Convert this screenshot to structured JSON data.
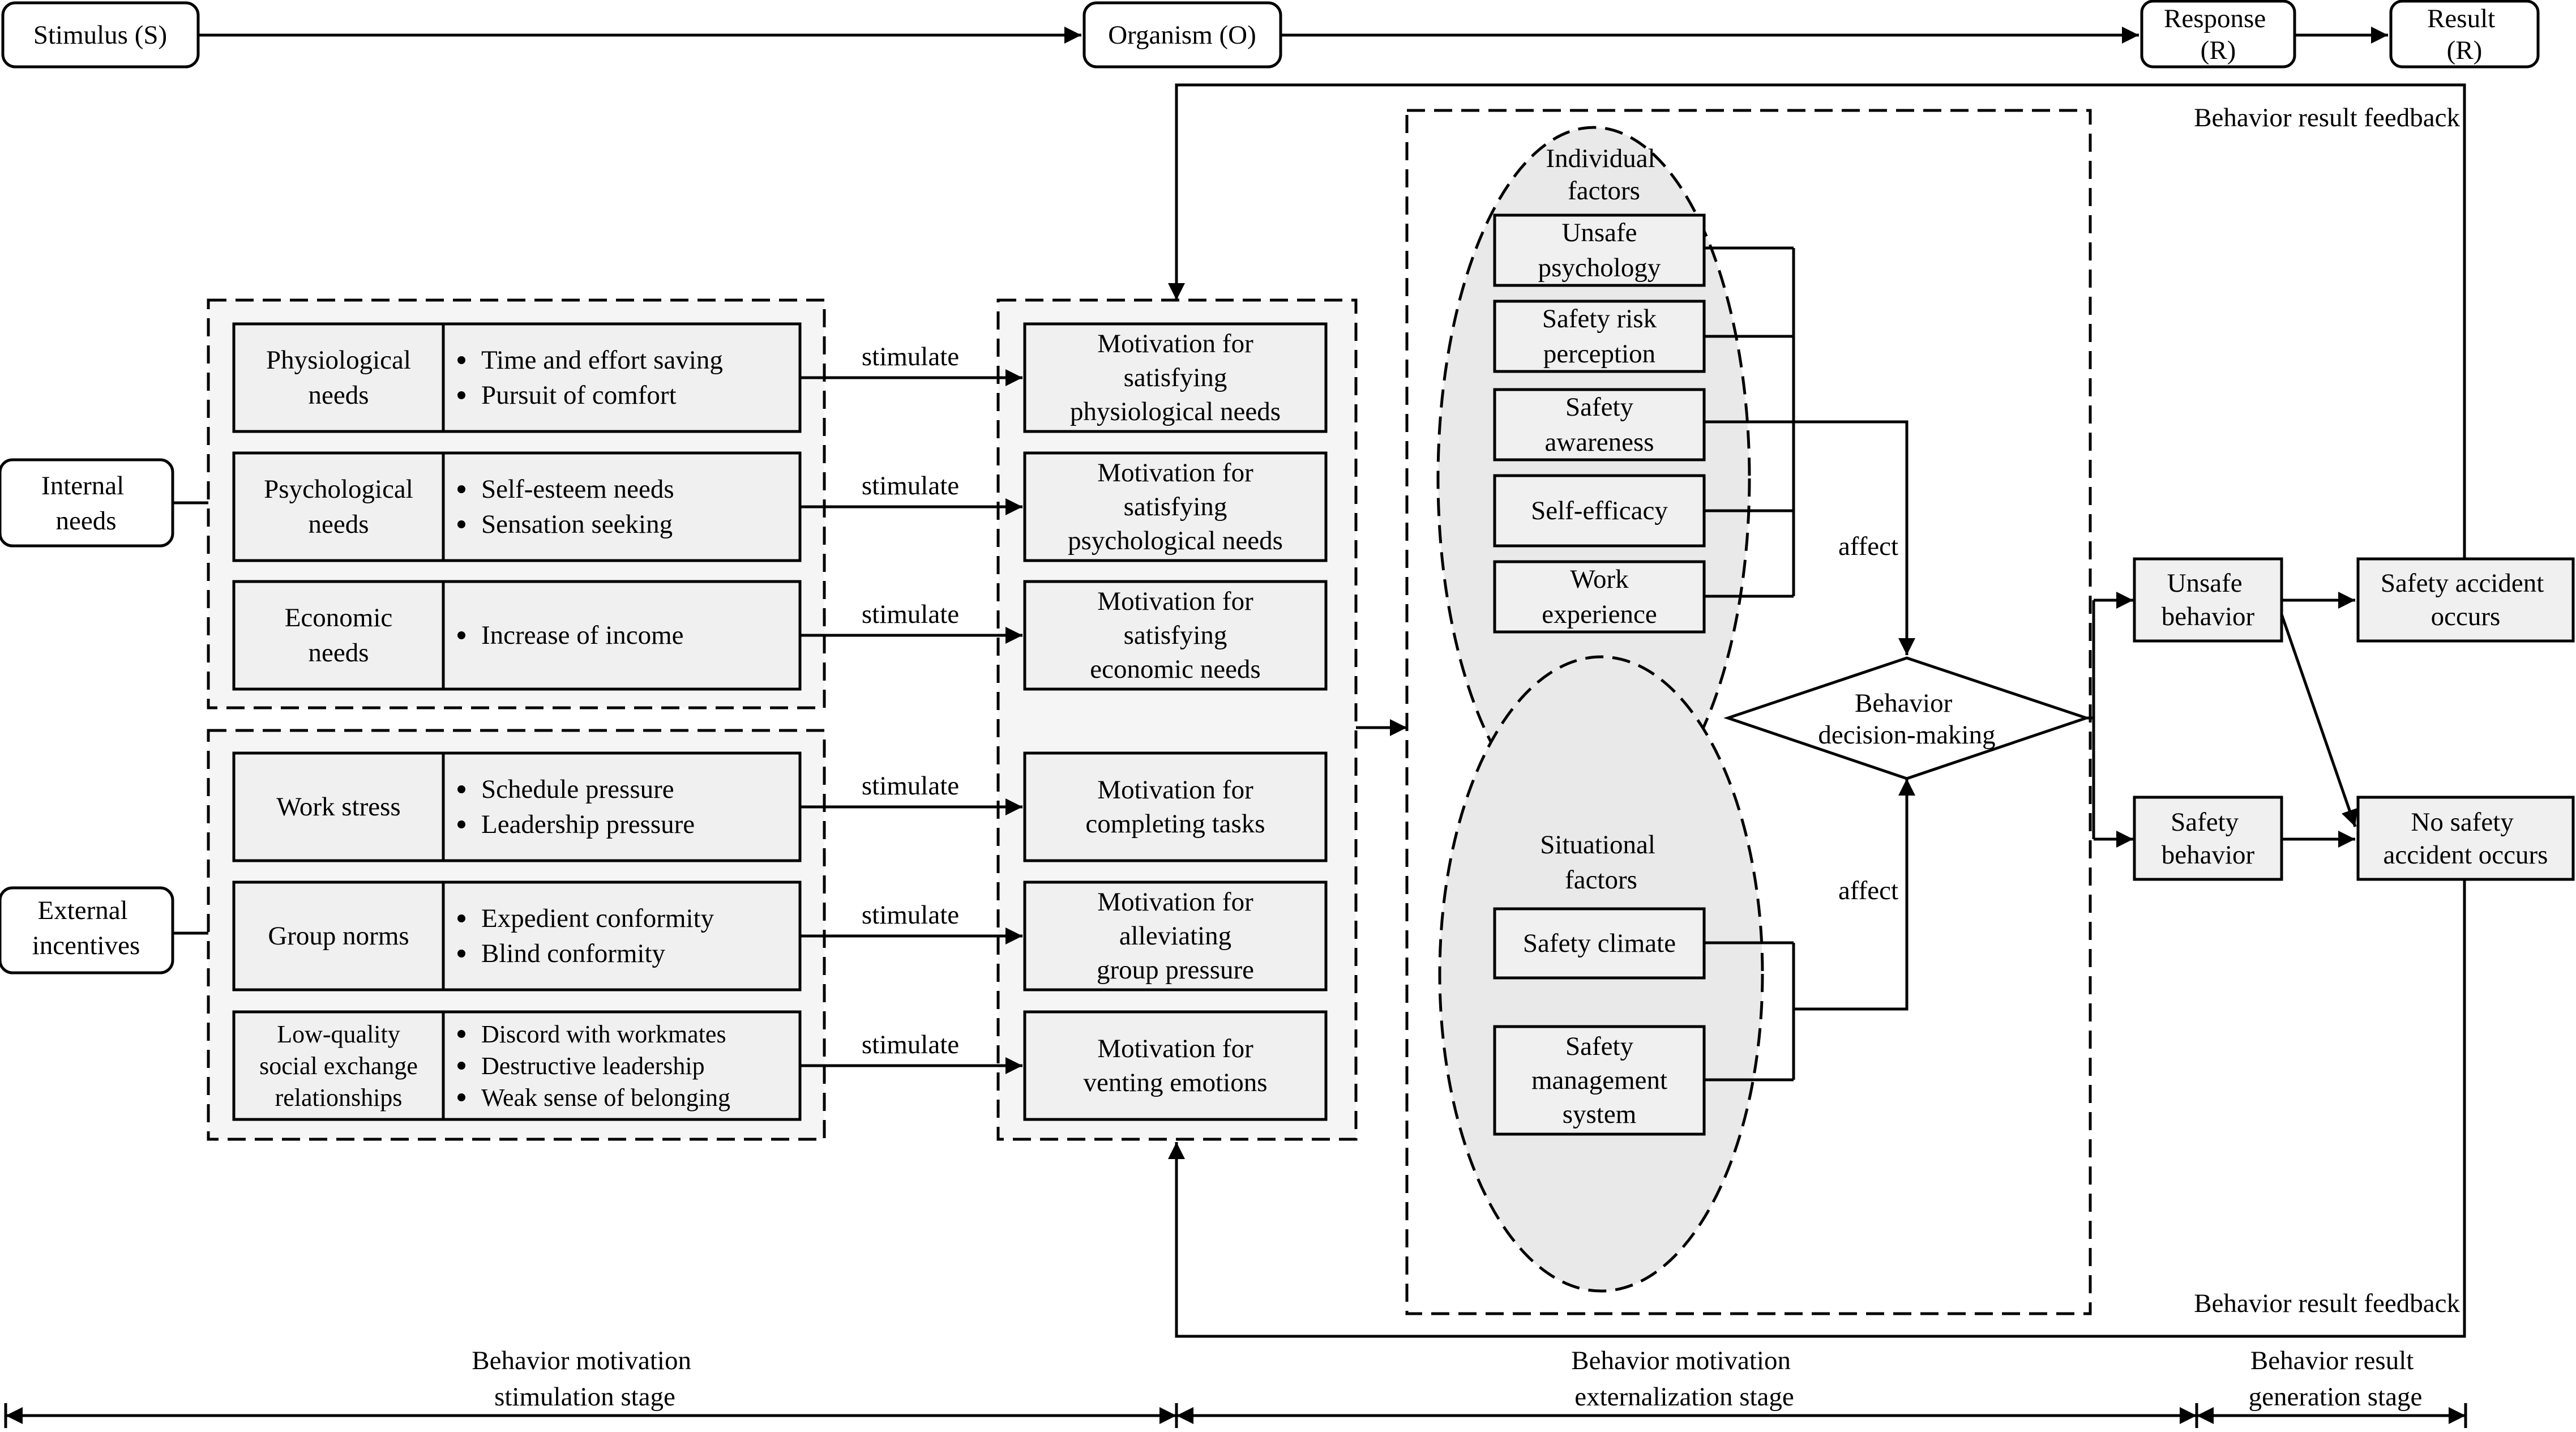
{
  "header": {
    "stimulus": "Stimulus (S)",
    "organism": "Organism (O)",
    "response": [
      "Response",
      "(R)"
    ],
    "result": [
      "Result",
      "(R)"
    ]
  },
  "feedback": {
    "top": "Behavior result feedback",
    "bottom": "Behavior result feedback"
  },
  "left_sources": {
    "internal": [
      "Internal",
      "needs"
    ],
    "external": [
      "External",
      "incentives"
    ]
  },
  "needs": [
    {
      "name": [
        "Physiological",
        "needs"
      ],
      "items": [
        "Time and effort saving",
        "Pursuit of comfort"
      ]
    },
    {
      "name": [
        "Psychological",
        "needs"
      ],
      "items": [
        "Self-esteem needs",
        "Sensation seeking"
      ]
    },
    {
      "name": [
        "Economic",
        "needs"
      ],
      "items": [
        "Increase of income"
      ]
    },
    {
      "name": [
        "Work stress"
      ],
      "items": [
        "Schedule pressure",
        "Leadership pressure"
      ]
    },
    {
      "name": [
        "Group norms"
      ],
      "items": [
        "Expedient conformity",
        "Blind conformity"
      ]
    },
    {
      "name": [
        "Low-quality",
        "social exchange",
        "relationships"
      ],
      "items": [
        "Discord with workmates",
        "Destructive leadership",
        "Weak sense of belonging"
      ]
    }
  ],
  "stimulate_label": "stimulate",
  "motivations": [
    [
      "Motivation for",
      "satisfying",
      "physiological needs"
    ],
    [
      "Motivation for",
      "satisfying",
      "psychological needs"
    ],
    [
      "Motivation for",
      "satisfying",
      "economic needs"
    ],
    [
      "Motivation for",
      "completing tasks"
    ],
    [
      "Motivation for",
      "alleviating",
      "group pressure"
    ],
    [
      "Motivation for",
      "venting emotions"
    ]
  ],
  "individual": {
    "title": [
      "Individual",
      "factors"
    ],
    "items": [
      [
        "Unsafe",
        "psychology"
      ],
      [
        "Safety risk",
        "perception"
      ],
      [
        "Safety",
        "awareness"
      ],
      [
        "Self-efficacy"
      ],
      [
        "Work",
        "experience"
      ]
    ]
  },
  "situational": {
    "title": [
      "Situational",
      "factors"
    ],
    "items": [
      [
        "Safety climate"
      ],
      [
        "Safety",
        "management",
        "system"
      ]
    ]
  },
  "affect_label": "affect",
  "decision": [
    "Behavior",
    "decision-making"
  ],
  "behaviors": {
    "unsafe": [
      "Unsafe",
      "behavior"
    ],
    "safe": [
      "Safety",
      "behavior"
    ]
  },
  "results": {
    "accident": [
      "Safety accident",
      "occurs"
    ],
    "no_accident": [
      "No safety",
      "accident occurs"
    ]
  },
  "stages": [
    [
      "Behavior motivation",
      "stimulation stage"
    ],
    [
      "Behavior motivation",
      "externalization stage"
    ],
    [
      "Behavior result",
      "generation stage"
    ]
  ]
}
